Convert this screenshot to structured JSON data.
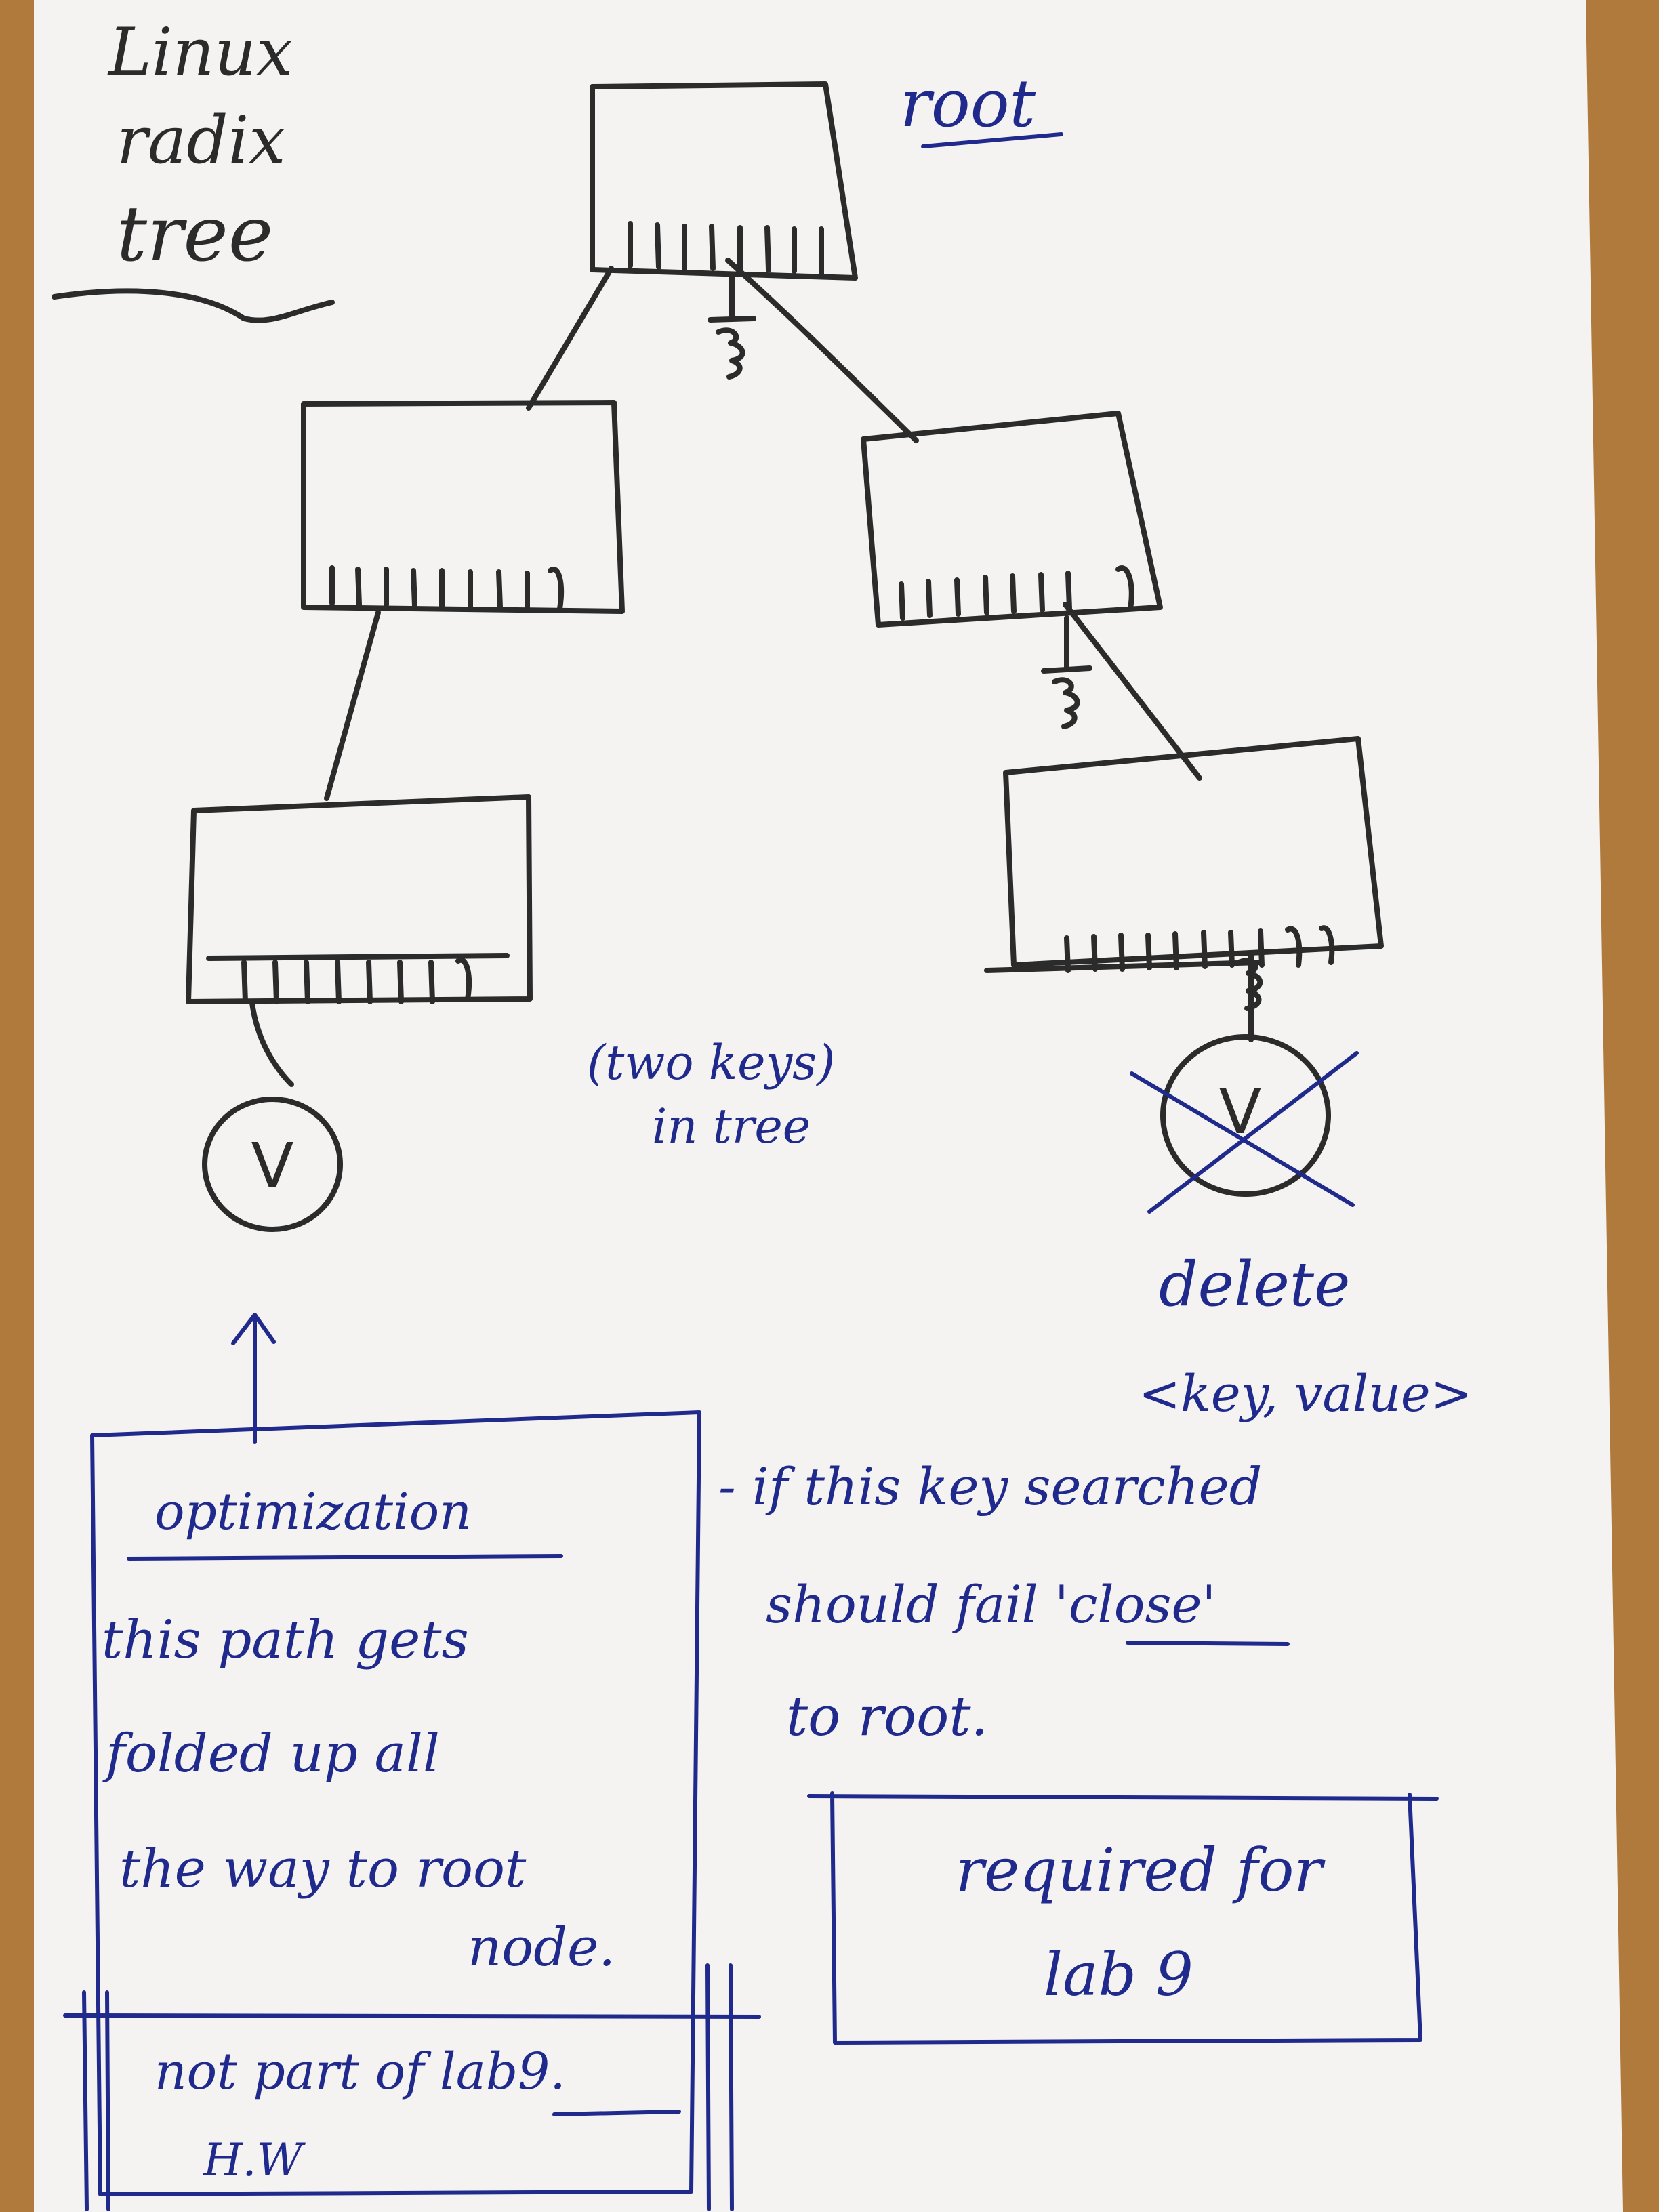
{
  "colors": {
    "desk": "#b07a3c",
    "paper": "#f4f3f1",
    "pencil": "#2b2b2b",
    "ink": "#1f2a8c"
  },
  "title": {
    "line1": "Linux",
    "line2": "radix",
    "line3": "tree"
  },
  "root_label": "root",
  "value_label": "V",
  "two_keys": {
    "line1": "(two keys)",
    "line2": "in tree"
  },
  "delete_note": {
    "line1": "delete",
    "line2": "<key, value>"
  },
  "search_note": {
    "line1": "- if this key searched",
    "line2": "should fail 'close'",
    "line3": "to root."
  },
  "required_box": {
    "line1": "required for",
    "line2": "lab 9"
  },
  "optimization_box": {
    "heading": "optimization",
    "line1": "this path gets",
    "line2": "folded up all",
    "line3": "the way to root",
    "line4": "node.",
    "footer1": "not part of lab9.",
    "footer2": "H.W"
  },
  "icons": {
    "arrow": "up-arrow-icon",
    "cross": "cross-out-icon",
    "ground": "ground-symbol-icon"
  }
}
